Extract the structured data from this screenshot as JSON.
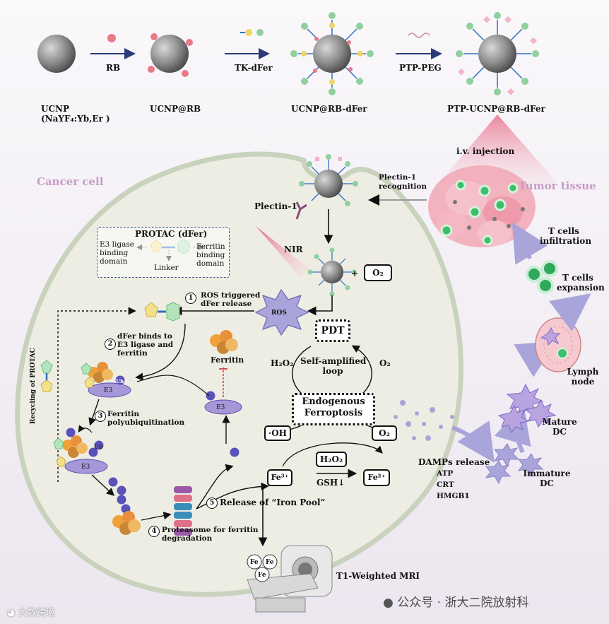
{
  "top_row": {
    "ucnp_title": "UCNP",
    "ucnp_formula": "(NaYF₄:Yb,Er )",
    "ucnp_rb": "UCNP@RB",
    "ucnp_rb_dfer": "UCNP@RB-dFer",
    "ptp_ucnp": "PTP-UCNP@RB-dFer",
    "arrow_rb": "RB",
    "arrow_tk": "TK-dFer",
    "arrow_ptp": "PTP-PEG"
  },
  "injection": {
    "iv": "i.v. injection",
    "tumor": "Tumor tissue"
  },
  "cell": {
    "title": "Cancer cell",
    "plectin_recognition": [
      "Plectin-1",
      "recognition"
    ],
    "plectin": "Plectin-1",
    "nir": "NIR",
    "o2": "O₂"
  },
  "protac": {
    "title": "PROTAC (dFer)",
    "e3": [
      "E3 ligase",
      "binding",
      "domain"
    ],
    "ferritin_domain": [
      "Ferritin",
      "binding",
      "domain"
    ],
    "linker": "Linker"
  },
  "steps": {
    "s1": [
      "ROS triggered",
      "dFer release"
    ],
    "s2": [
      "dFer binds to",
      "E3 ligase and",
      "ferritin"
    ],
    "s3": [
      "Ferritin",
      "polyubiquitination"
    ],
    "s4": [
      "Proteasome for ferritin",
      "degradation"
    ],
    "s5": "Release of “Iron Pool”",
    "n1": "1",
    "n2": "2",
    "n3": "3",
    "n4": "4",
    "n5": "5"
  },
  "mech": {
    "ros": "ROS",
    "pdt": "PDT",
    "h2o2_left": "H₂O₂",
    "o2_right": "O₂",
    "loop": [
      "Self-amplified",
      "loop"
    ],
    "ferroptosis": [
      "Endogenous",
      "Ferroptosis"
    ],
    "oh": "·OH",
    "o2_box": "O₂",
    "h2o2_box": "H₂O₂",
    "fe3": "Fe³⁺",
    "fe2": "Fe²⁺",
    "gsh": "GSH↓",
    "ferritin": "Ferritin",
    "e3": "E3",
    "ub": "Ub",
    "recycling": "Recycling of PROTAC",
    "fe": "Fe"
  },
  "immune": {
    "damps": "DAMPs release",
    "atp": "ATP",
    "crt": "CRT",
    "hmgb1": "HMGB1",
    "immature": [
      "Immature",
      "DC"
    ],
    "mature": [
      "Mature",
      "DC"
    ],
    "lymph": [
      "Lymph",
      "node"
    ],
    "expansion": [
      "T cells",
      "expansion"
    ],
    "infiltration": [
      "T cells",
      "infiltration"
    ]
  },
  "mri": "T1-Weighted MRI",
  "watermark": "公众号 · 浙大二院放射科",
  "watermark2": "大数跨境",
  "colors": {
    "cell_fill": "#eeede3",
    "cell_edge": "#c8d2bd",
    "ros": "#a9a4d9",
    "ub": "#5a52b8",
    "pink": "#c79bc6"
  }
}
